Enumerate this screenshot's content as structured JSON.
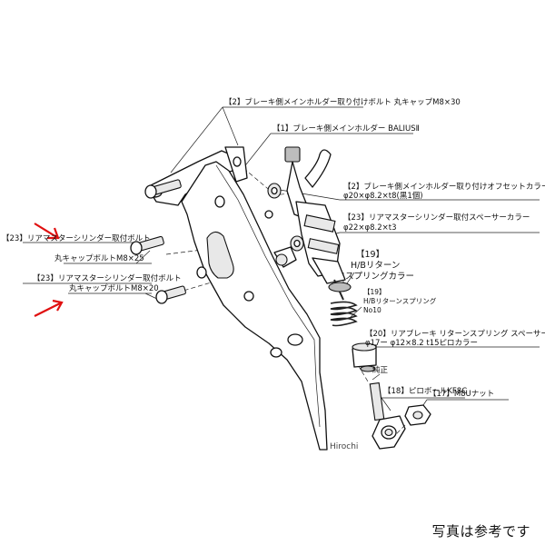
{
  "labels": {
    "holder_bolt": "【2】ブレーキ側メインホルダー取り付けボルト 丸キャップM8×30",
    "main_holder": "【1】ブレーキ側メインホルダー BALIUSⅡ",
    "offset_collar_1": "【2】ブレーキ側メインホルダー取り付けオフセットカラー",
    "offset_collar_2": "φ20×φ8.2×t8(黒1個)",
    "spacer_collar_1": "【23】リアマスターシリンダー取付スペーサーカラー",
    "spacer_collar_2": "φ22×φ8.2×t3",
    "return_collar_1": "【19】",
    "return_collar_2": "H/Bリターン",
    "return_collar_3": "スプリングカラー",
    "return_spring_1": "【19】",
    "return_spring_2": "H/Bリターンスプリング",
    "return_spring_3": "No10",
    "spring_spacer_1": "【20】リアブレーキ リターンスプリング スペーサーカラー",
    "spring_spacer_2": "φ17ー φ12×8.2 t15ピロカラー",
    "adjust": "純正",
    "pillow_ball": "【18】ピロボールKF8C",
    "nut": "【17】M8Uナット",
    "bolt_25_1": "【23】リアマスターシリンダー取付ボルト",
    "bolt_25_2": "丸キャップボルトM8×25",
    "bolt_20_1": "【23】リアマスターシリンダー取付ボルト",
    "bolt_20_2": "丸キャップボルトM8×20"
  },
  "watermark": "Hirochi",
  "footer": "写真は参考です",
  "colors": {
    "arrow": "#e01010",
    "line": "#111111",
    "background": "#ffffff"
  }
}
